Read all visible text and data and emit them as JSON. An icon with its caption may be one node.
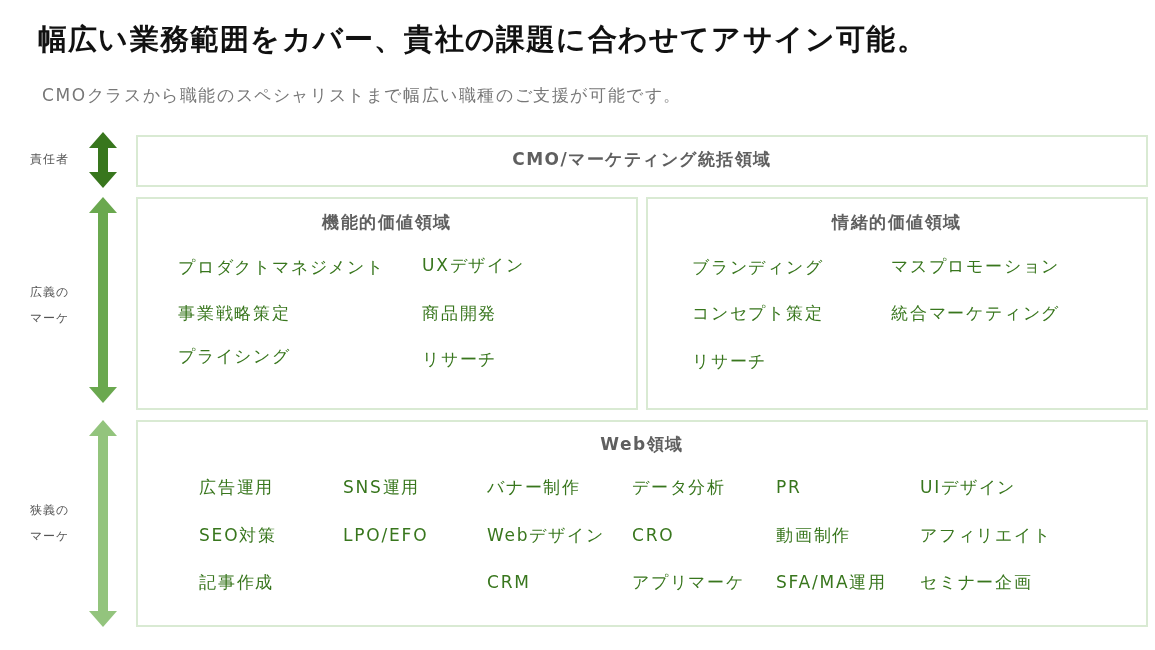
{
  "diagram": {
    "title": "幅広い業務範囲をカバー、貴社の課題に合わせてアサイン可能。",
    "nodes": [
      {
        "text": [
          "CMO/マーケティング統括領域"
        ]
      },
      {
        "text": [
          "機能的価値領域",
          "プロダクトマネジメント",
          "UXデザイン",
          "事業戦略策定",
          "商品開発",
          "プライシング",
          "リサーチ"
        ]
      },
      {
        "text": [
          "情緒的価値領域",
          "ブランディング",
          "マスプロモーション",
          "コンセプト策定",
          "統合マーケティング",
          "リサーチ"
        ]
      },
      {
        "text": [
          "Web領域",
          "広告運用",
          "SNS運用",
          "バナー制作",
          "データ分析",
          "PR",
          "UIデザイン",
          "SEO対策",
          "LPO/EFO",
          "Webデザイン",
          "CRO",
          "動画制作",
          "アフィリエイト",
          "記事作成",
          "CRM",
          "アプリマーケ",
          "SFA/MA運用",
          "セミナー企画"
        ]
      }
    ],
    "labels": [
      "CMOクラスから職能のスペシャリストまで幅広い職種のご支援が可能です。",
      "責任者",
      "広義のマーケ",
      "狭義のマーケ"
    ]
  }
}
